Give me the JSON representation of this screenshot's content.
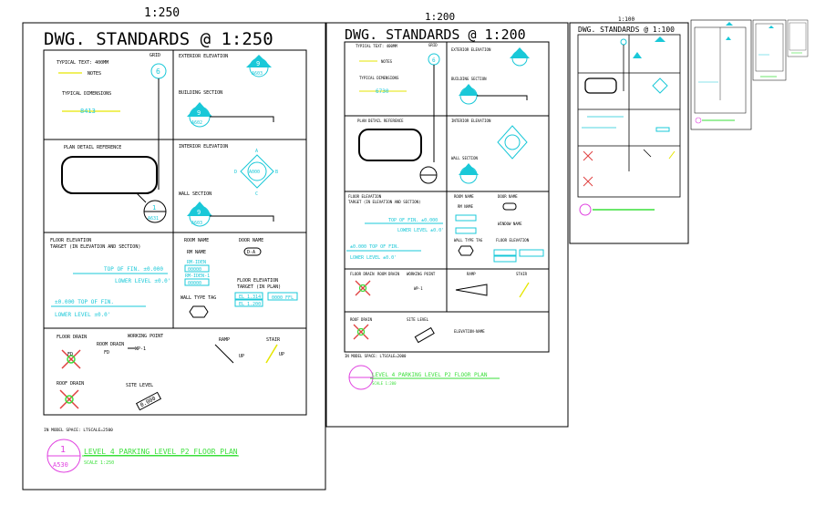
{
  "scales": {
    "s250": "1:250",
    "s200": "1:200",
    "s100": "1:100"
  },
  "titles": {
    "t250": "DWG. STANDARDS @ 1:250",
    "t200": "DWG. STANDARDS @ 1:200",
    "t100": "DWG. STANDARDS @ 1:100"
  },
  "labels": {
    "typical_text": "TYPICAL TEXT: 400MM",
    "typical_text_200": "TYPICAL TEXT: 400MM",
    "grid": "GRID",
    "notes": "NOTES",
    "typical_dimensions": "TYPICAL DIMENSIONS",
    "dim_value": "8413",
    "dim_value_200": "6730",
    "exterior_elevation": "EXTERIOR ELEVATION",
    "building_section": "BUILDING SECTION",
    "plan_detail_reference": "PLAN DETAIL REFERENCE",
    "interior_elevation": "INTERIOR ELEVATION",
    "wall_section": "WALL SECTION",
    "floor_elevation_target": "FLOOR ELEVATION",
    "floor_elevation_target2": "TARGET (IN ELEVATION AND SECTION)",
    "top_of_fin": "TOP OF FIN. ±0.000",
    "lower_level": "LOWER LEVEL ±0.0'",
    "top_of_fin_left": "±0.000 TOP OF FIN.",
    "lower_level_left": "LOWER LEVEL ±0.0'",
    "room_name": "ROOM NAME",
    "door_name": "DOOR NAME",
    "rm_name": "RM NAME",
    "rm_idem": "RM-IDEN",
    "rm_code1": "00000",
    "rm_code2": "RM-IDEN-1",
    "rm_code3": "00000",
    "door_tag": "D-A",
    "window_name": "WINDOW NAME",
    "floor_elev_plan": "FLOOR ELEVATION",
    "floor_elev_plan2": "TARGET (IN PLAN)",
    "el1": "EL 1.314'",
    "el2": "EL 1.200",
    "ffl": "0000 FFL",
    "wall_type_tag": "WALL TYPE TAG",
    "floor_drain": "FLOOR DRAIN",
    "room_drain": "ROOM DRAIN",
    "working_point": "WORKING POINT",
    "wp": "WP-1",
    "roof_drain": "ROOF DRAIN",
    "site_level": "SITE LEVEL",
    "site_value": "0.000",
    "ramp": "RAMP",
    "stair": "STAIR",
    "up": "UP",
    "fd": "FD",
    "elev_name": "ELEVATION-NAME",
    "in_model_space": "IN MODEL SPACE: LTSCALE=2500",
    "in_model_space_200": "IN MODEL SPACE: LTSCALE=2000",
    "title_plan": "LEVEL 4 PARKING LEVEL P2 FLOOR PLAN",
    "scale_250": "SCALE 1:250",
    "scale_200": "SCALE 1:200",
    "bubble_top": "1",
    "bubble_bottom": "A530",
    "grid_num": "6",
    "sec_num": "9",
    "sec_sheet": "A603",
    "sec_sheet2": "A602",
    "sec_sheet3": "A603",
    "det_num": "1",
    "det_sheet": "A631",
    "int_code": "A000",
    "ie_a": "A",
    "ie_b": "B",
    "ie_c": "C",
    "ie_d": "D"
  }
}
